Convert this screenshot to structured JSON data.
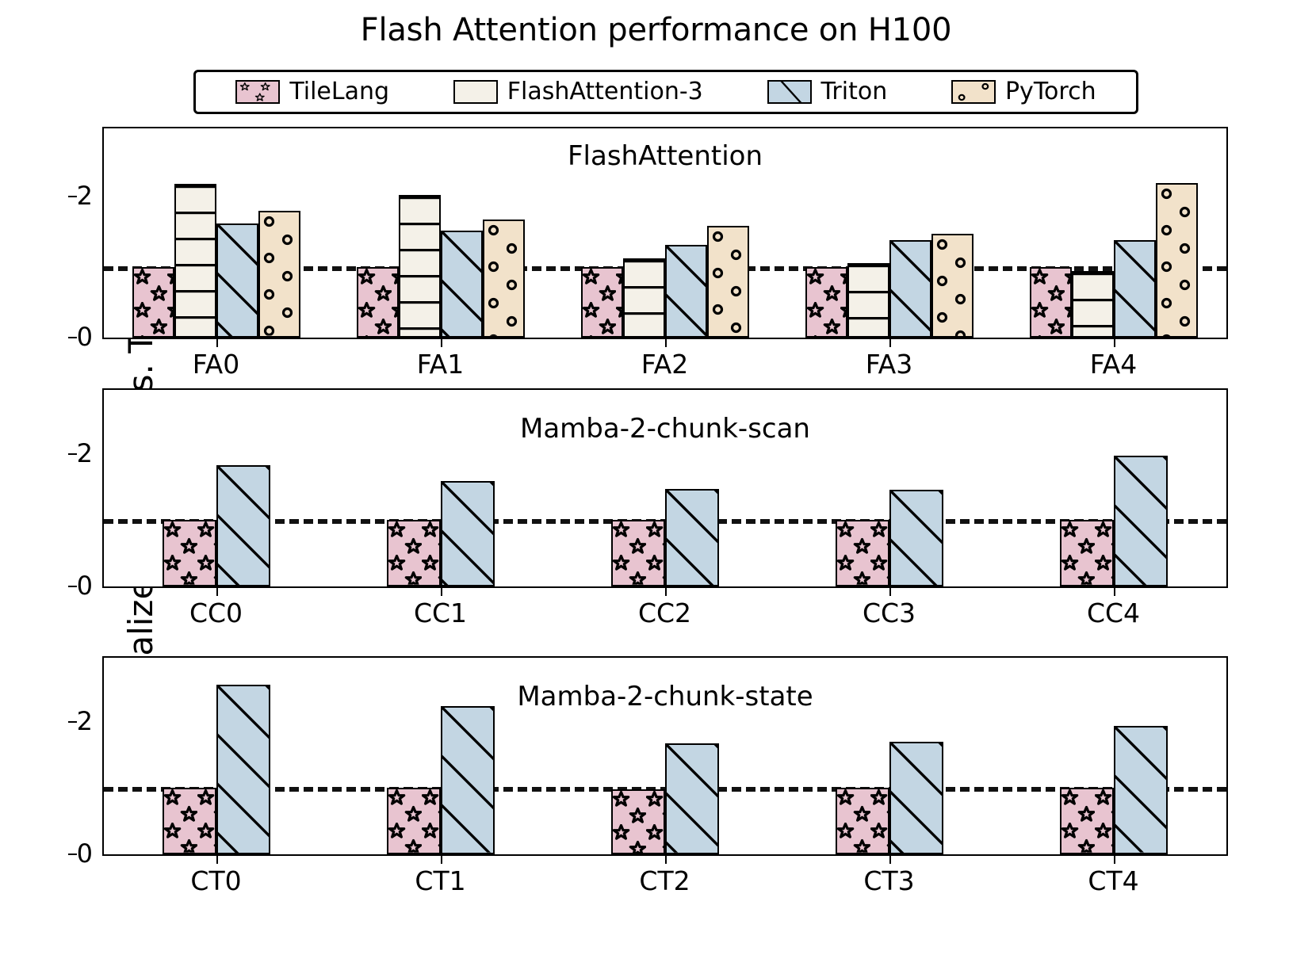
{
  "title": "Flash Attention performance on H100",
  "ylabel": "Normalized latency Vs. TileLang",
  "colors": {
    "tilelang": "#e8c4d0",
    "flashattention3": "#f4f1e8",
    "triton": "#c3d6e3",
    "pytorch": "#f2e2ca",
    "edge": "#000000",
    "baseline": "#111111"
  },
  "legend": {
    "items": [
      {
        "label": "TileLang",
        "icon": "star-hatch-swatch"
      },
      {
        "label": "FlashAttention-3",
        "icon": "line-hatch-swatch"
      },
      {
        "label": "Triton",
        "icon": "diagonal-hatch-swatch"
      },
      {
        "label": "PyTorch",
        "icon": "circle-hatch-swatch"
      }
    ]
  },
  "chart_data": [
    {
      "type": "bar",
      "title": "FlashAttention",
      "xlabel": "",
      "ylabel": "Normalized latency Vs. TileLang",
      "categories": [
        "FA0",
        "FA1",
        "FA2",
        "FA3",
        "FA4"
      ],
      "yticks": [
        0,
        2
      ],
      "ylim": [
        0,
        2.95
      ],
      "grid": false,
      "legend_position": "figure-top",
      "reference_line": 1.0,
      "series": [
        {
          "name": "TileLang",
          "values": [
            1.0,
            1.0,
            1.0,
            1.0,
            1.0
          ]
        },
        {
          "name": "FlashAttention-3",
          "values": [
            2.18,
            2.02,
            1.12,
            1.06,
            0.94
          ]
        },
        {
          "name": "Triton",
          "values": [
            1.62,
            1.52,
            1.31,
            1.38,
            1.38
          ]
        },
        {
          "name": "PyTorch",
          "values": [
            1.79,
            1.67,
            1.58,
            1.47,
            2.19
          ]
        }
      ]
    },
    {
      "type": "bar",
      "title": "Mamba-2-chunk-scan",
      "xlabel": "",
      "ylabel": "Normalized latency Vs. TileLang",
      "categories": [
        "CC0",
        "CC1",
        "CC2",
        "CC3",
        "CC4"
      ],
      "yticks": [
        0,
        2
      ],
      "ylim": [
        0,
        2.95
      ],
      "grid": false,
      "reference_line": 1.0,
      "series": [
        {
          "name": "TileLang",
          "values": [
            1.0,
            1.0,
            1.0,
            1.0,
            1.0
          ]
        },
        {
          "name": "Triton",
          "values": [
            1.83,
            1.59,
            1.47,
            1.46,
            1.97
          ]
        }
      ]
    },
    {
      "type": "bar",
      "title": "Mamba-2-chunk-state",
      "xlabel": "",
      "ylabel": "Normalized latency Vs. TileLang",
      "categories": [
        "CT0",
        "CT1",
        "CT2",
        "CT3",
        "CT4"
      ],
      "yticks": [
        0,
        2
      ],
      "ylim": [
        0,
        2.95
      ],
      "grid": false,
      "reference_line": 1.0,
      "series": [
        {
          "name": "TileLang",
          "values": [
            1.0,
            1.0,
            0.98,
            1.0,
            1.0
          ]
        },
        {
          "name": "Triton",
          "values": [
            2.56,
            2.23,
            1.67,
            1.7,
            1.93
          ]
        }
      ]
    }
  ]
}
